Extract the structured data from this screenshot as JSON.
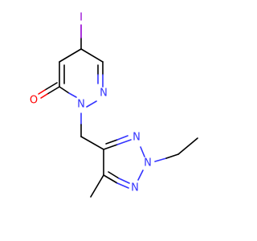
{
  "colors": {
    "carbon_bond": "#000000",
    "nitrogen": "#3333ff",
    "oxygen": "#ff0000",
    "iodine": "#9400d3",
    "background": "#ffffff"
  },
  "atoms": {
    "iodine": "I",
    "oxygen": "O",
    "n1_pyridazinone": "N",
    "n2_pyridazinone": "N",
    "n1_triazole": "N",
    "n2_triazole": "N",
    "n3_triazole": "N"
  }
}
